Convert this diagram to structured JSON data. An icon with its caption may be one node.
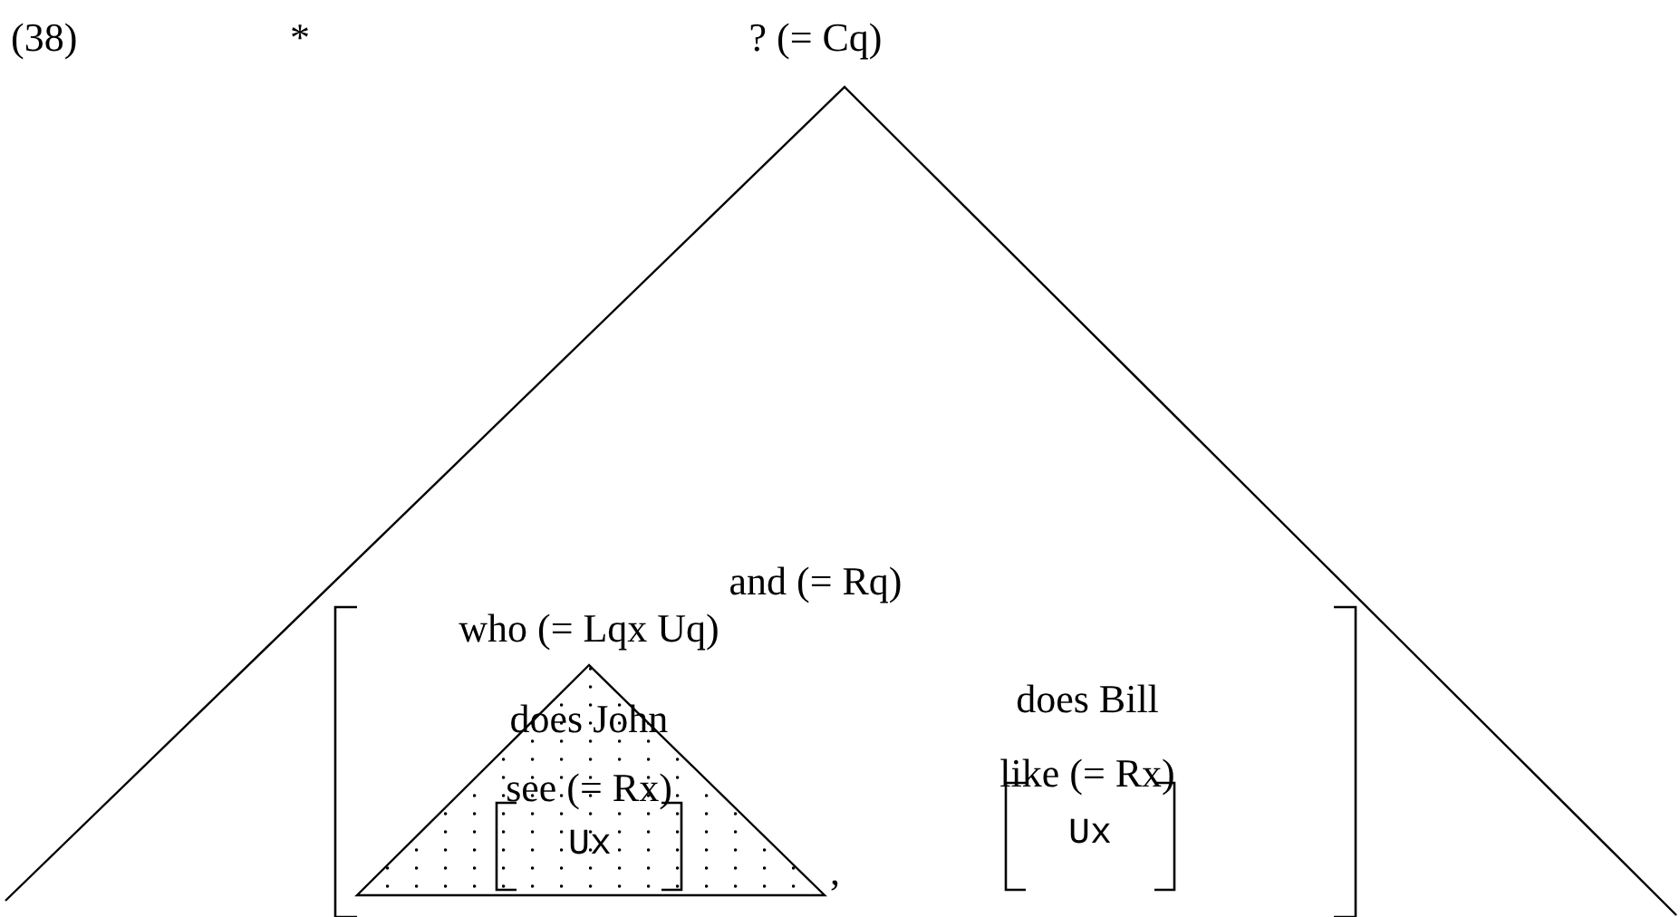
{
  "diagram": {
    "nodes": [
      {
        "text": [
          "? (= Cq)"
        ]
      },
      {
        "text": [
          "and (= Rq)"
        ],
        "in": 0
      },
      {
        "text": [
          "who (= Lqx Uq)",
          "does John see (= Rx)"
        ],
        "in": 1
      },
      {
        "text": [
          "Ux"
        ],
        "in": 2
      },
      {
        "text": [
          "does Bill like (= Rx)",
          "Ux"
        ],
        "in": 1
      }
    ],
    "edges": [],
    "labels": [
      "(38)",
      "*",
      ","
    ]
  }
}
